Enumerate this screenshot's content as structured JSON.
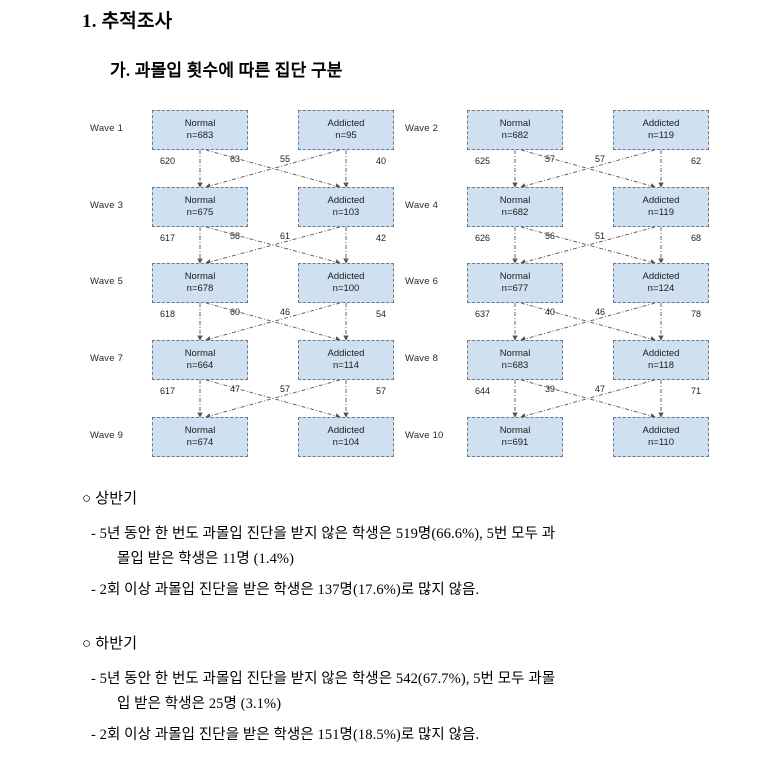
{
  "headings": {
    "section": "1. 추적조사",
    "subsection": "가. 과몰입 횟수에 따른 집단 구분"
  },
  "diagram": {
    "node_labels": {
      "normal": "Normal",
      "addicted": "Addicted"
    },
    "left_column": {
      "waves": [
        {
          "label": "Wave 1",
          "normal": "n=683",
          "addicted": "n=95"
        },
        {
          "label": "Wave 3",
          "normal": "n=675",
          "addicted": "n=103"
        },
        {
          "label": "Wave 5",
          "normal": "n=678",
          "addicted": "n=100"
        },
        {
          "label": "Wave 7",
          "normal": "n=664",
          "addicted": "n=114"
        },
        {
          "label": "Wave 9",
          "normal": "n=674",
          "addicted": "n=104"
        }
      ],
      "transitions": [
        {
          "nn": "620",
          "na": "63",
          "an": "55",
          "aa": "40"
        },
        {
          "nn": "617",
          "na": "58",
          "an": "61",
          "aa": "42"
        },
        {
          "nn": "618",
          "na": "60",
          "an": "46",
          "aa": "54"
        },
        {
          "nn": "617",
          "na": "47",
          "an": "57",
          "aa": "57"
        }
      ]
    },
    "right_column": {
      "waves": [
        {
          "label": "Wave 2",
          "normal": "n=682",
          "addicted": "n=119"
        },
        {
          "label": "Wave 4",
          "normal": "n=682",
          "addicted": "n=119"
        },
        {
          "label": "Wave 6",
          "normal": "n=677",
          "addicted": "n=124"
        },
        {
          "label": "Wave 8",
          "normal": "n=683",
          "addicted": "n=118"
        },
        {
          "label": "Wave 10",
          "normal": "n=691",
          "addicted": "n=110"
        }
      ],
      "transitions": [
        {
          "nn": "625",
          "na": "57",
          "an": "57",
          "aa": "62"
        },
        {
          "nn": "626",
          "na": "56",
          "an": "51",
          "aa": "68"
        },
        {
          "nn": "637",
          "na": "40",
          "an": "46",
          "aa": "78"
        },
        {
          "nn": "644",
          "na": "39",
          "an": "47",
          "aa": "71"
        }
      ]
    }
  },
  "findings": [
    {
      "title": "○ 상반기",
      "items": [
        {
          "line1": "- 5년 동안 한 번도 과몰입 진단을 받지 않은 학생은 519명(66.6%), 5번 모두 과",
          "line2": "몰입 받은 학생은 11명 (1.4%)"
        },
        {
          "line1": "- 2회 이상 과몰입 진단을 받은 학생은 137명(17.6%)로 많지 않음.",
          "line2": ""
        }
      ]
    },
    {
      "title": "○ 하반기",
      "items": [
        {
          "line1": "- 5년 동안 한 번도 과몰입 진단을 받지 않은 학생은 542(67.7%), 5번 모두 과몰",
          "line2": "입 받은 학생은 25명 (3.1%)"
        },
        {
          "line1": "- 2회 이상 과몰입 진단을 받은 학생은 151명(18.5%)로 많지 않음.",
          "line2": ""
        }
      ]
    }
  ],
  "colors": {
    "node_fill": "#cfe0f0",
    "node_border": "#6e7b86",
    "edge": "#555555"
  }
}
